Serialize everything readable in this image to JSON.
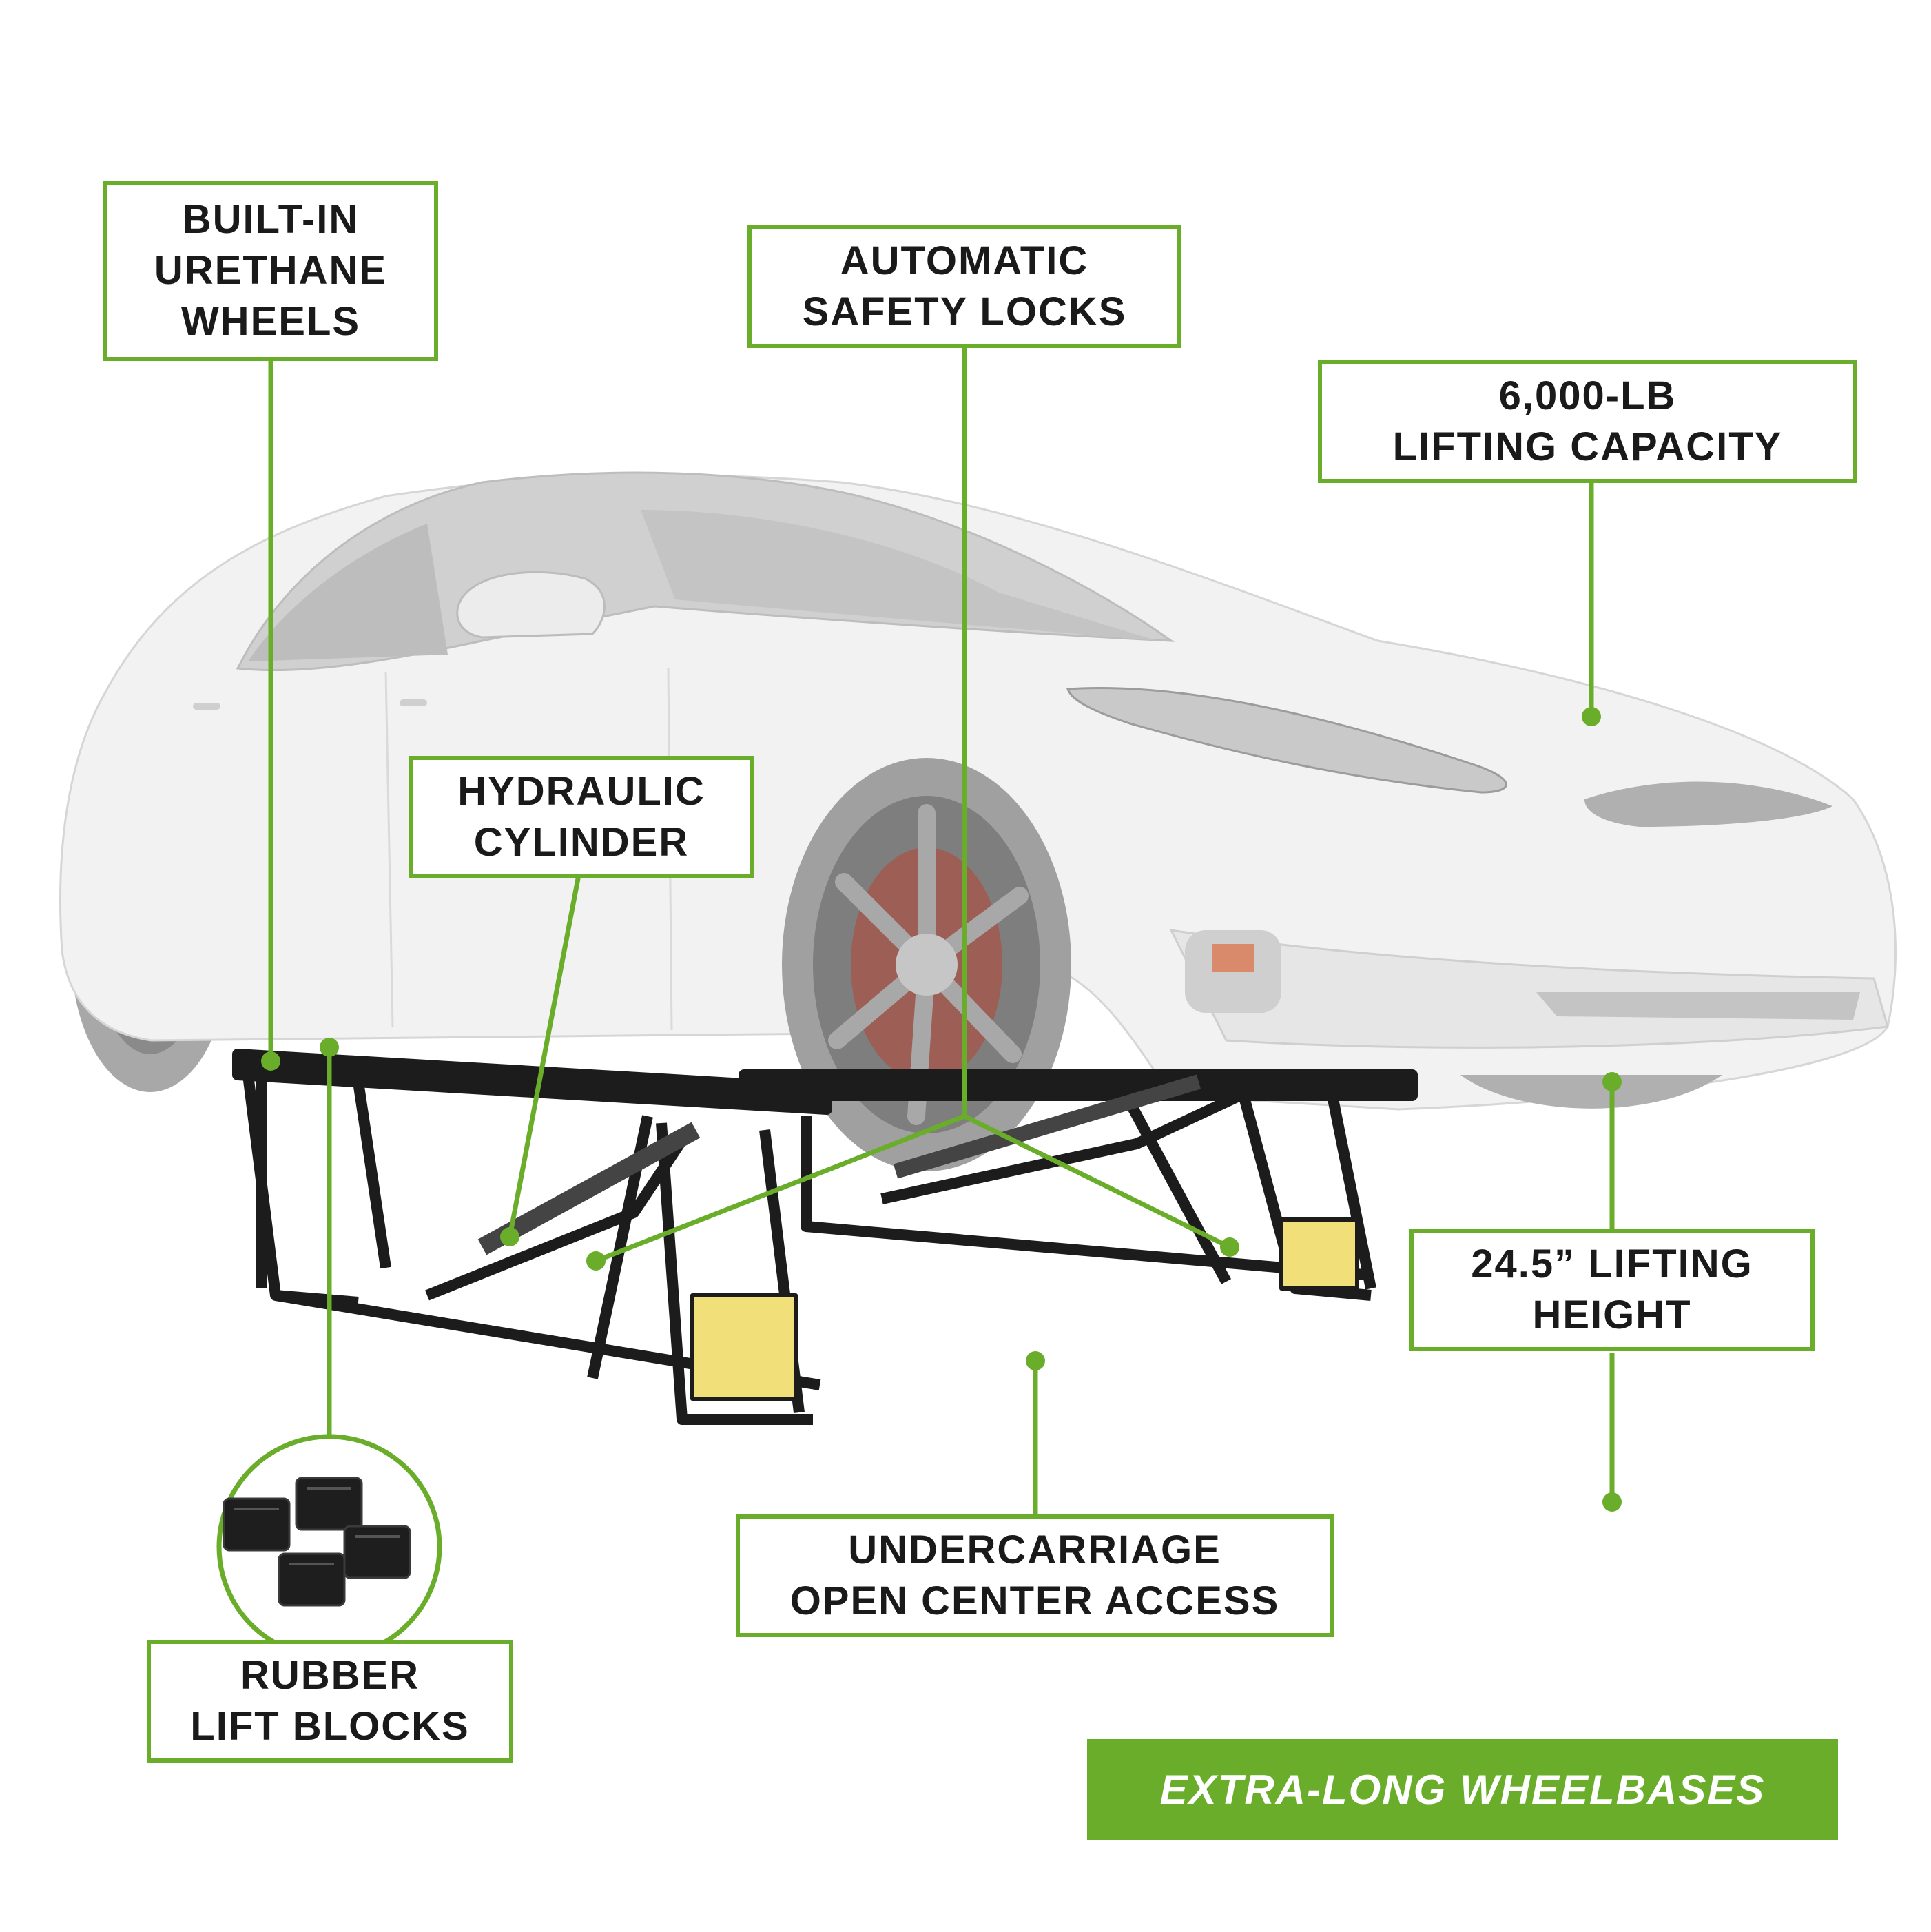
{
  "callouts": {
    "wheels": [
      "BUILT-IN",
      "URETHANE",
      "WHEELS"
    ],
    "locks": [
      "AUTOMATIC",
      "SAFETY LOCKS"
    ],
    "capacity": [
      "6,000-LB",
      "LIFTING CAPACITY"
    ],
    "cylinder": [
      "HYDRAULIC",
      "CYLINDER"
    ],
    "height": [
      "24.5” LIFTING",
      "HEIGHT"
    ],
    "undercarriage": [
      "UNDERCARRIAGE",
      "OPEN CENTER ACCESS"
    ],
    "blocks": [
      "RUBBER",
      "LIFT BLOCKS"
    ]
  },
  "banner": "EXTRA-LONG WHEELBASES",
  "colors": {
    "accent": "#6aad2a",
    "text": "#1a1a1a",
    "car_body": "#f2f2f2",
    "jack_frame": "#1c1c1c",
    "tire": "#9a9a9a"
  },
  "icons": {
    "car": "car-illustration",
    "jack": "lift-frame-illustration",
    "blocks": "rubber-block-icon"
  }
}
